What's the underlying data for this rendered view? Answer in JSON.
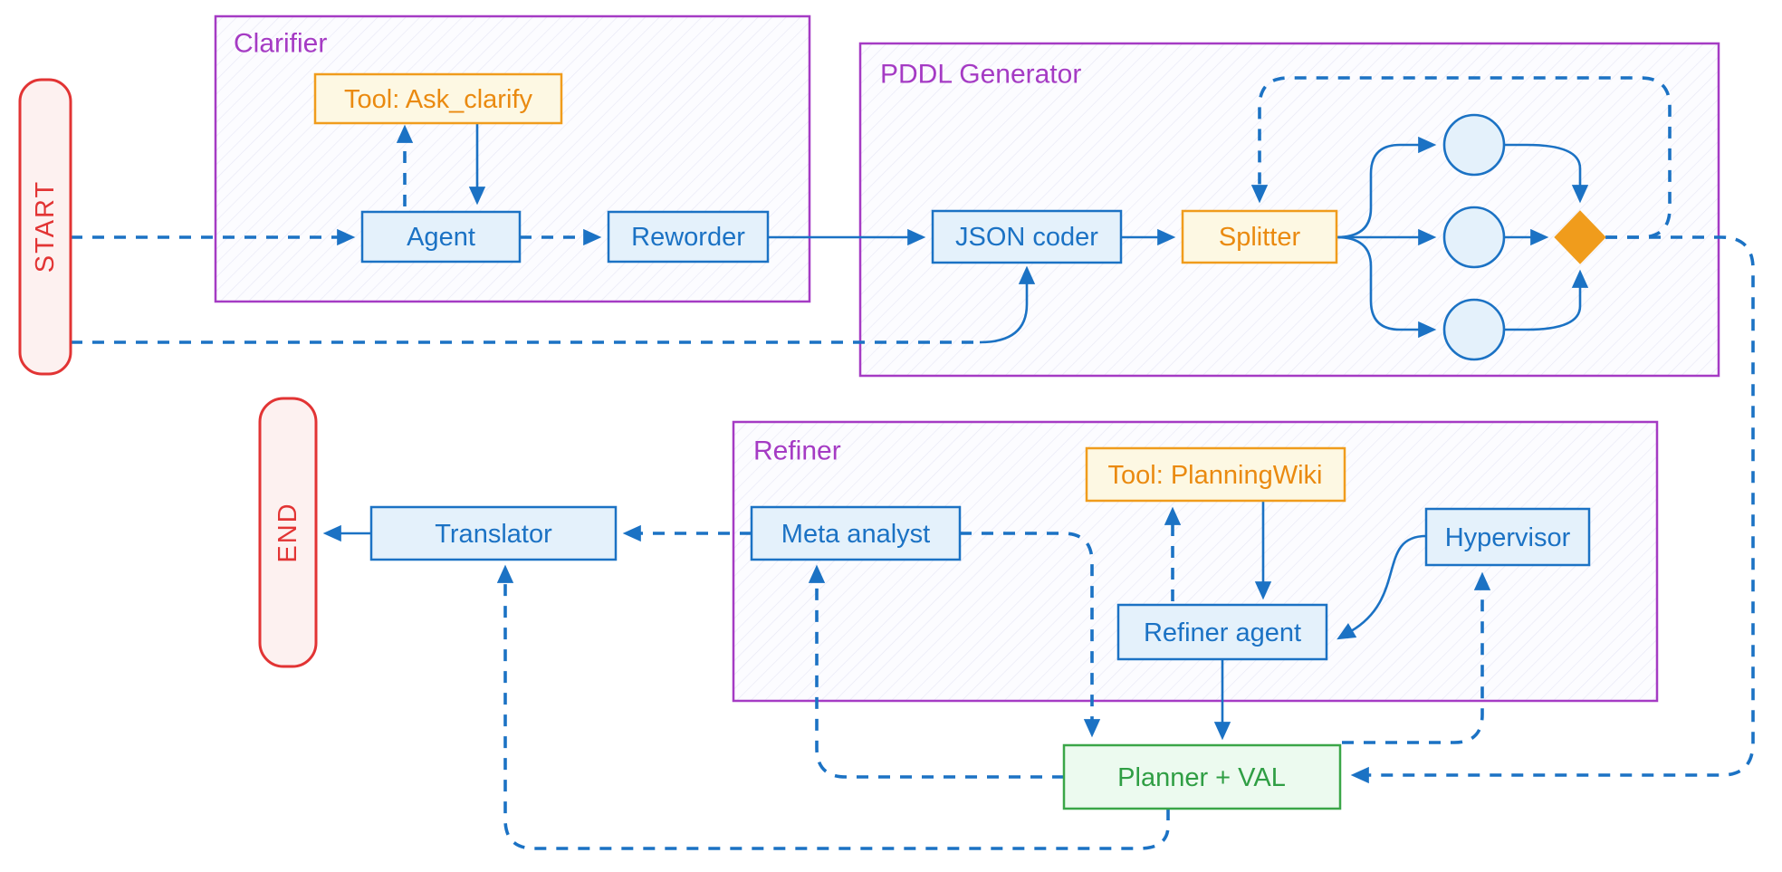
{
  "diagram": {
    "type": "flowchart",
    "colors": {
      "blue": "#1b72c4",
      "blue_fill": "#e4f1fb",
      "orange": "#f09c1c",
      "orange_text": "#ea8a10",
      "orange_fill": "#fdf8e3",
      "purple": "#a53bc4",
      "green": "#3aa648",
      "green_fill": "#ecfaef",
      "green_text": "#2f9e44",
      "red": "#e23434",
      "red_fill": "#fdf1f0",
      "hatch_bg": "#fcfcff",
      "hatch_line": "#e8e8f6"
    },
    "containers": [
      {
        "id": "clarifier",
        "label": "Clarifier"
      },
      {
        "id": "pddl-generator",
        "label": "PDDL Generator"
      },
      {
        "id": "refiner",
        "label": "Refiner"
      }
    ],
    "nodes": {
      "start": {
        "label": "START",
        "shape": "rounded-capsule",
        "color": "red"
      },
      "end": {
        "label": "END",
        "shape": "rounded-capsule",
        "color": "red"
      },
      "tool_ask": {
        "label": "Tool: Ask_clarify",
        "shape": "rect",
        "color": "orange"
      },
      "agent": {
        "label": "Agent",
        "shape": "rect",
        "color": "blue"
      },
      "reworder": {
        "label": "Reworder",
        "shape": "rect",
        "color": "blue"
      },
      "json_coder": {
        "label": "JSON coder",
        "shape": "rect",
        "color": "blue"
      },
      "splitter": {
        "label": "Splitter",
        "shape": "rect",
        "color": "orange"
      },
      "worker_1": {
        "label": "",
        "shape": "circle",
        "color": "blue"
      },
      "worker_2": {
        "label": "",
        "shape": "circle",
        "color": "blue"
      },
      "worker_3": {
        "label": "",
        "shape": "circle",
        "color": "blue"
      },
      "merge": {
        "label": "",
        "shape": "diamond",
        "color": "orange"
      },
      "tool_wiki": {
        "label": "Tool: PlanningWiki",
        "shape": "rect",
        "color": "orange"
      },
      "meta_analyst": {
        "label": "Meta analyst",
        "shape": "rect",
        "color": "blue"
      },
      "hypervisor": {
        "label": "Hypervisor",
        "shape": "rect",
        "color": "blue"
      },
      "refiner_agent": {
        "label": "Refiner agent",
        "shape": "rect",
        "color": "blue"
      },
      "translator": {
        "label": "Translator",
        "shape": "rect",
        "color": "blue"
      },
      "planner": {
        "label": "Planner + VAL",
        "shape": "rect",
        "color": "green"
      }
    },
    "edges": [
      {
        "from": "start",
        "to": "agent",
        "style": "dashed"
      },
      {
        "from": "agent",
        "to": "tool_ask",
        "style": "dashed"
      },
      {
        "from": "tool_ask",
        "to": "agent",
        "style": "solid"
      },
      {
        "from": "agent",
        "to": "reworder",
        "style": "dashed"
      },
      {
        "from": "reworder",
        "to": "json_coder",
        "style": "solid"
      },
      {
        "from": "start",
        "to": "json_coder",
        "style": "dashed"
      },
      {
        "from": "json_coder",
        "to": "splitter",
        "style": "solid"
      },
      {
        "from": "splitter",
        "to": "worker_1",
        "style": "solid"
      },
      {
        "from": "splitter",
        "to": "worker_2",
        "style": "solid"
      },
      {
        "from": "splitter",
        "to": "worker_3",
        "style": "solid"
      },
      {
        "from": "worker_1",
        "to": "merge",
        "style": "solid"
      },
      {
        "from": "worker_2",
        "to": "merge",
        "style": "solid"
      },
      {
        "from": "worker_3",
        "to": "merge",
        "style": "solid"
      },
      {
        "from": "merge",
        "to": "splitter",
        "style": "dashed"
      },
      {
        "from": "merge",
        "to": "planner",
        "style": "dashed"
      },
      {
        "from": "planner",
        "to": "hypervisor",
        "style": "dashed"
      },
      {
        "from": "hypervisor",
        "to": "refiner_agent",
        "style": "solid"
      },
      {
        "from": "refiner_agent",
        "to": "tool_wiki",
        "style": "dashed"
      },
      {
        "from": "tool_wiki",
        "to": "refiner_agent",
        "style": "solid"
      },
      {
        "from": "refiner_agent",
        "to": "planner",
        "style": "solid"
      },
      {
        "from": "planner",
        "to": "meta_analyst",
        "style": "dashed"
      },
      {
        "from": "meta_analyst",
        "to": "planner",
        "style": "dashed"
      },
      {
        "from": "meta_analyst",
        "to": "translator",
        "style": "dashed"
      },
      {
        "from": "planner",
        "to": "translator",
        "style": "dashed"
      },
      {
        "from": "translator",
        "to": "end",
        "style": "solid"
      }
    ]
  }
}
